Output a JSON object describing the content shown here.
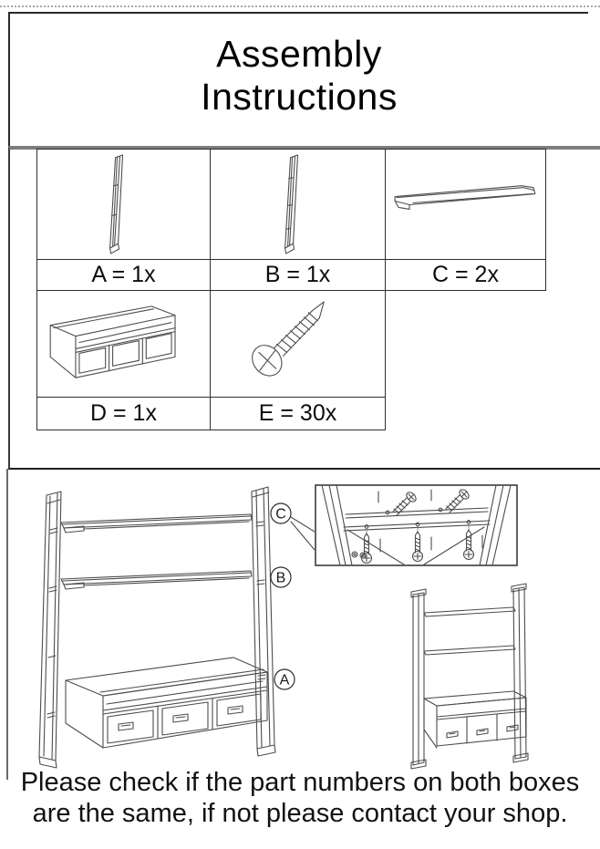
{
  "page": {
    "background": "#ffffff",
    "border_color": "#2a2a2a",
    "divider_color": "#7d7d7d",
    "line_art_color": "#4d4d4d"
  },
  "title": {
    "line1": "Assembly",
    "line2": "Instructions"
  },
  "parts_table": {
    "items": [
      {
        "id": "A",
        "label": "A = 1x",
        "icon": "side-frame-a-drawing"
      },
      {
        "id": "B",
        "label": "B = 1x",
        "icon": "side-frame-b-drawing"
      },
      {
        "id": "C",
        "label": "C = 2x",
        "icon": "shelf-board-drawing"
      },
      {
        "id": "D",
        "label": "D = 1x",
        "icon": "drawer-cabinet-drawing"
      },
      {
        "id": "E",
        "label": "E = 30x",
        "icon": "screw-drawing"
      }
    ]
  },
  "assembly": {
    "callouts": [
      "C",
      "B",
      "A"
    ]
  },
  "footer": {
    "line1": "Please check if the part numbers on both boxes",
    "line2": "are the same, if not please contact your shop."
  }
}
